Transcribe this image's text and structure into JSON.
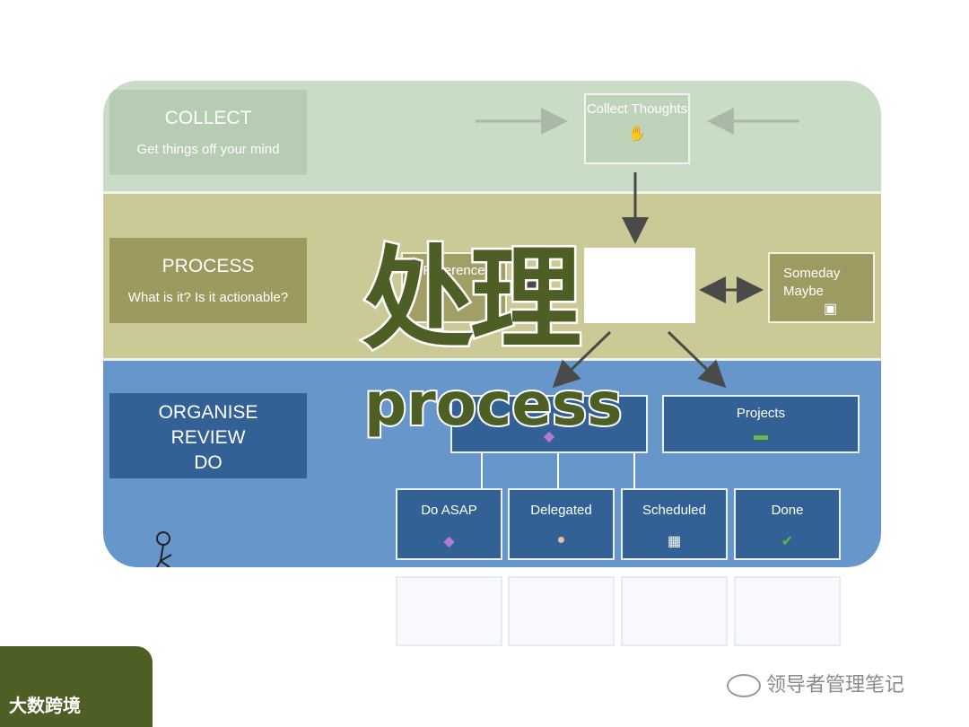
{
  "lanes": {
    "collect": {
      "title": "COLLECT",
      "subtitle": "Get things off your mind"
    },
    "process": {
      "title": "PROCESS",
      "subtitle": "What is it?  Is it actionable?"
    },
    "organise": {
      "line1": "ORGANISE",
      "line2": "REVIEW",
      "line3": "DO"
    }
  },
  "nodes": {
    "collect_thoughts": "Collect Thoughts",
    "reference": "Reference",
    "someday_maybe": "Someday Maybe",
    "projects": "Projects",
    "do_asap": "Do ASAP",
    "delegated": "Delegated",
    "scheduled": "Scheduled",
    "done": "Done"
  },
  "icons": {
    "collect_thoughts": "hand-icon",
    "reference": "book-icon",
    "someday_maybe": "calendar-question-icon",
    "next_actions": "gem-icon",
    "projects": "money-icon",
    "do_asap": "gem-icon",
    "delegated": "person-icon",
    "scheduled": "calendar-icon",
    "done": "checkmark-icon",
    "thinker": "thinking-figure-icon"
  },
  "overlay": {
    "chinese": "处理",
    "english": "process"
  },
  "footer": {
    "brand": "大数跨境",
    "watermark": "领导者管理笔记"
  },
  "colors": {
    "collect_band": "#c9dcc6",
    "process_band": "#cbca97",
    "organise_band": "#6796cb",
    "box_blue": "#336195",
    "overlay_green": "#4e5f26"
  }
}
